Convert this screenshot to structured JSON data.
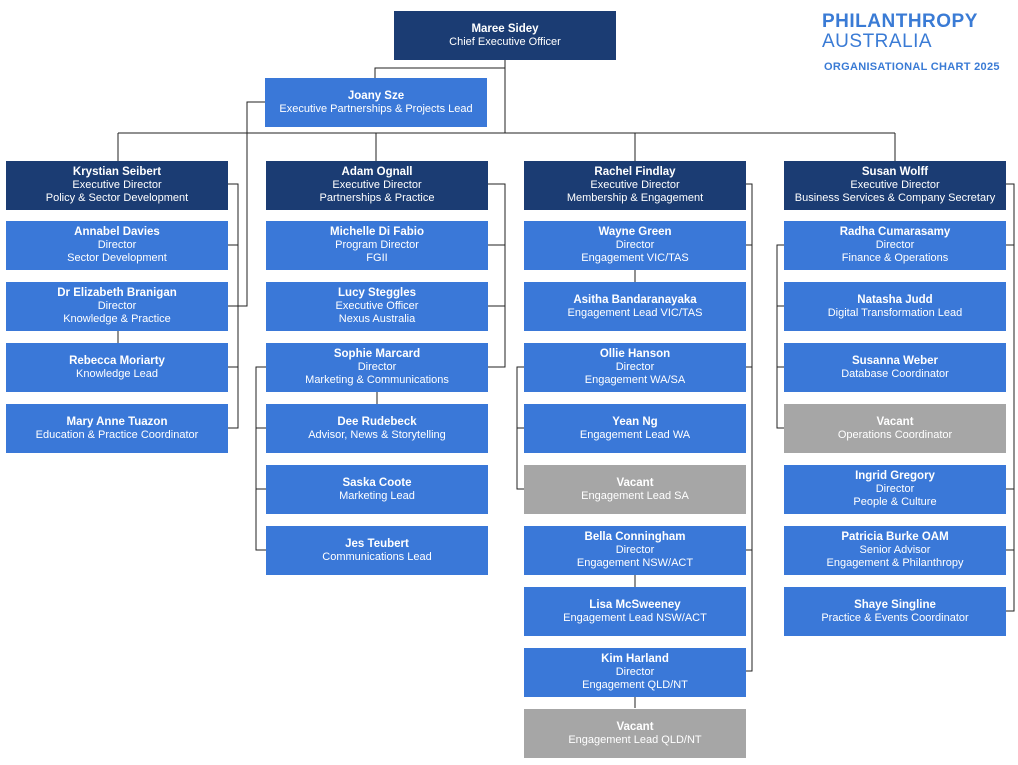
{
  "logo": {
    "line1": "PHILANTHROPY",
    "line2": "AUSTRALIA"
  },
  "subtitle": "ORGANISATIONAL CHART 2025",
  "colors": {
    "dark": "#1b3c73",
    "mid": "#3a78d8",
    "vacant": "#a6a6a6",
    "logo": "#3a7bd5"
  },
  "ceo": {
    "name": "Maree  Sidey",
    "title": "Chief Executive Officer"
  },
  "exec_lead": {
    "name": "Joany Sze",
    "title": "Executive Partnerships & Projects Lead"
  },
  "columns": [
    {
      "head": {
        "name": "Krystian Seibert",
        "lines": [
          "Executive Director",
          "Policy & Sector Development"
        ]
      },
      "members": [
        {
          "name": "Annabel Davies",
          "lines": [
            "Director",
            "Sector Development"
          ]
        },
        {
          "name": "Dr Elizabeth Branigan",
          "lines": [
            "Director",
            "Knowledge & Practice"
          ]
        },
        {
          "name": "Rebecca Moriarty",
          "lines": [
            "Knowledge Lead"
          ]
        },
        {
          "name": "Mary Anne Tuazon",
          "lines": [
            "Education & Practice Coordinator"
          ]
        }
      ]
    },
    {
      "head": {
        "name": "Adam Ognall",
        "lines": [
          "Executive Director",
          "Partnerships & Practice"
        ]
      },
      "members": [
        {
          "name": "Michelle Di Fabio",
          "lines": [
            "Program Director",
            "FGII"
          ]
        },
        {
          "name": "Lucy Steggles",
          "lines": [
            "Executive Officer",
            "Nexus Australia"
          ]
        },
        {
          "name": "Sophie Marcard",
          "lines": [
            "Director",
            "Marketing & Communications"
          ]
        },
        {
          "name": "Dee Rudebeck",
          "lines": [
            "Advisor, News & Storytelling"
          ]
        },
        {
          "name": "Saska Coote",
          "lines": [
            "Marketing Lead"
          ]
        },
        {
          "name": "Jes Teubert",
          "lines": [
            "Communications Lead"
          ]
        }
      ]
    },
    {
      "head": {
        "name": "Rachel Findlay",
        "lines": [
          "Executive Director",
          "Membership & Engagement"
        ]
      },
      "members": [
        {
          "name": "Wayne Green",
          "lines": [
            "Director",
            "Engagement VIC/TAS"
          ]
        },
        {
          "name": "Asitha Bandaranayaka",
          "lines": [
            "Engagement Lead VIC/TAS"
          ]
        },
        {
          "name": "Ollie Hanson",
          "lines": [
            "Director",
            "Engagement WA/SA"
          ]
        },
        {
          "name": "Yean Ng",
          "lines": [
            "Engagement Lead WA"
          ]
        },
        {
          "name": "Vacant",
          "lines": [
            "Engagement Lead SA"
          ],
          "vacant": true
        },
        {
          "name": "Bella Conningham",
          "lines": [
            "Director",
            "Engagement NSW/ACT"
          ]
        },
        {
          "name": "Lisa McSweeney",
          "lines": [
            "Engagement Lead NSW/ACT"
          ]
        },
        {
          "name": "Kim Harland",
          "lines": [
            "Director",
            "Engagement QLD/NT"
          ]
        },
        {
          "name": "Vacant",
          "lines": [
            "Engagement Lead QLD/NT"
          ],
          "vacant": true
        }
      ]
    },
    {
      "head": {
        "name": "Susan Wolff",
        "lines": [
          "Executive Director",
          "Business Services & Company Secretary"
        ]
      },
      "members": [
        {
          "name": "Radha Cumarasamy",
          "lines": [
            "Director",
            "Finance & Operations"
          ]
        },
        {
          "name": "Natasha Judd",
          "lines": [
            "Digital Transformation Lead"
          ]
        },
        {
          "name": "Susanna Weber",
          "lines": [
            "Database Coordinator"
          ]
        },
        {
          "name": "Vacant",
          "lines": [
            "Operations Coordinator"
          ],
          "vacant": true
        },
        {
          "name": "Ingrid Gregory",
          "lines": [
            "Director",
            "People & Culture"
          ]
        },
        {
          "name": "Patricia Burke OAM",
          "lines": [
            "Senior Advisor",
            "Engagement & Philanthropy"
          ]
        },
        {
          "name": "Shaye Singline",
          "lines": [
            "Practice & Events Coordinator"
          ]
        }
      ]
    }
  ]
}
